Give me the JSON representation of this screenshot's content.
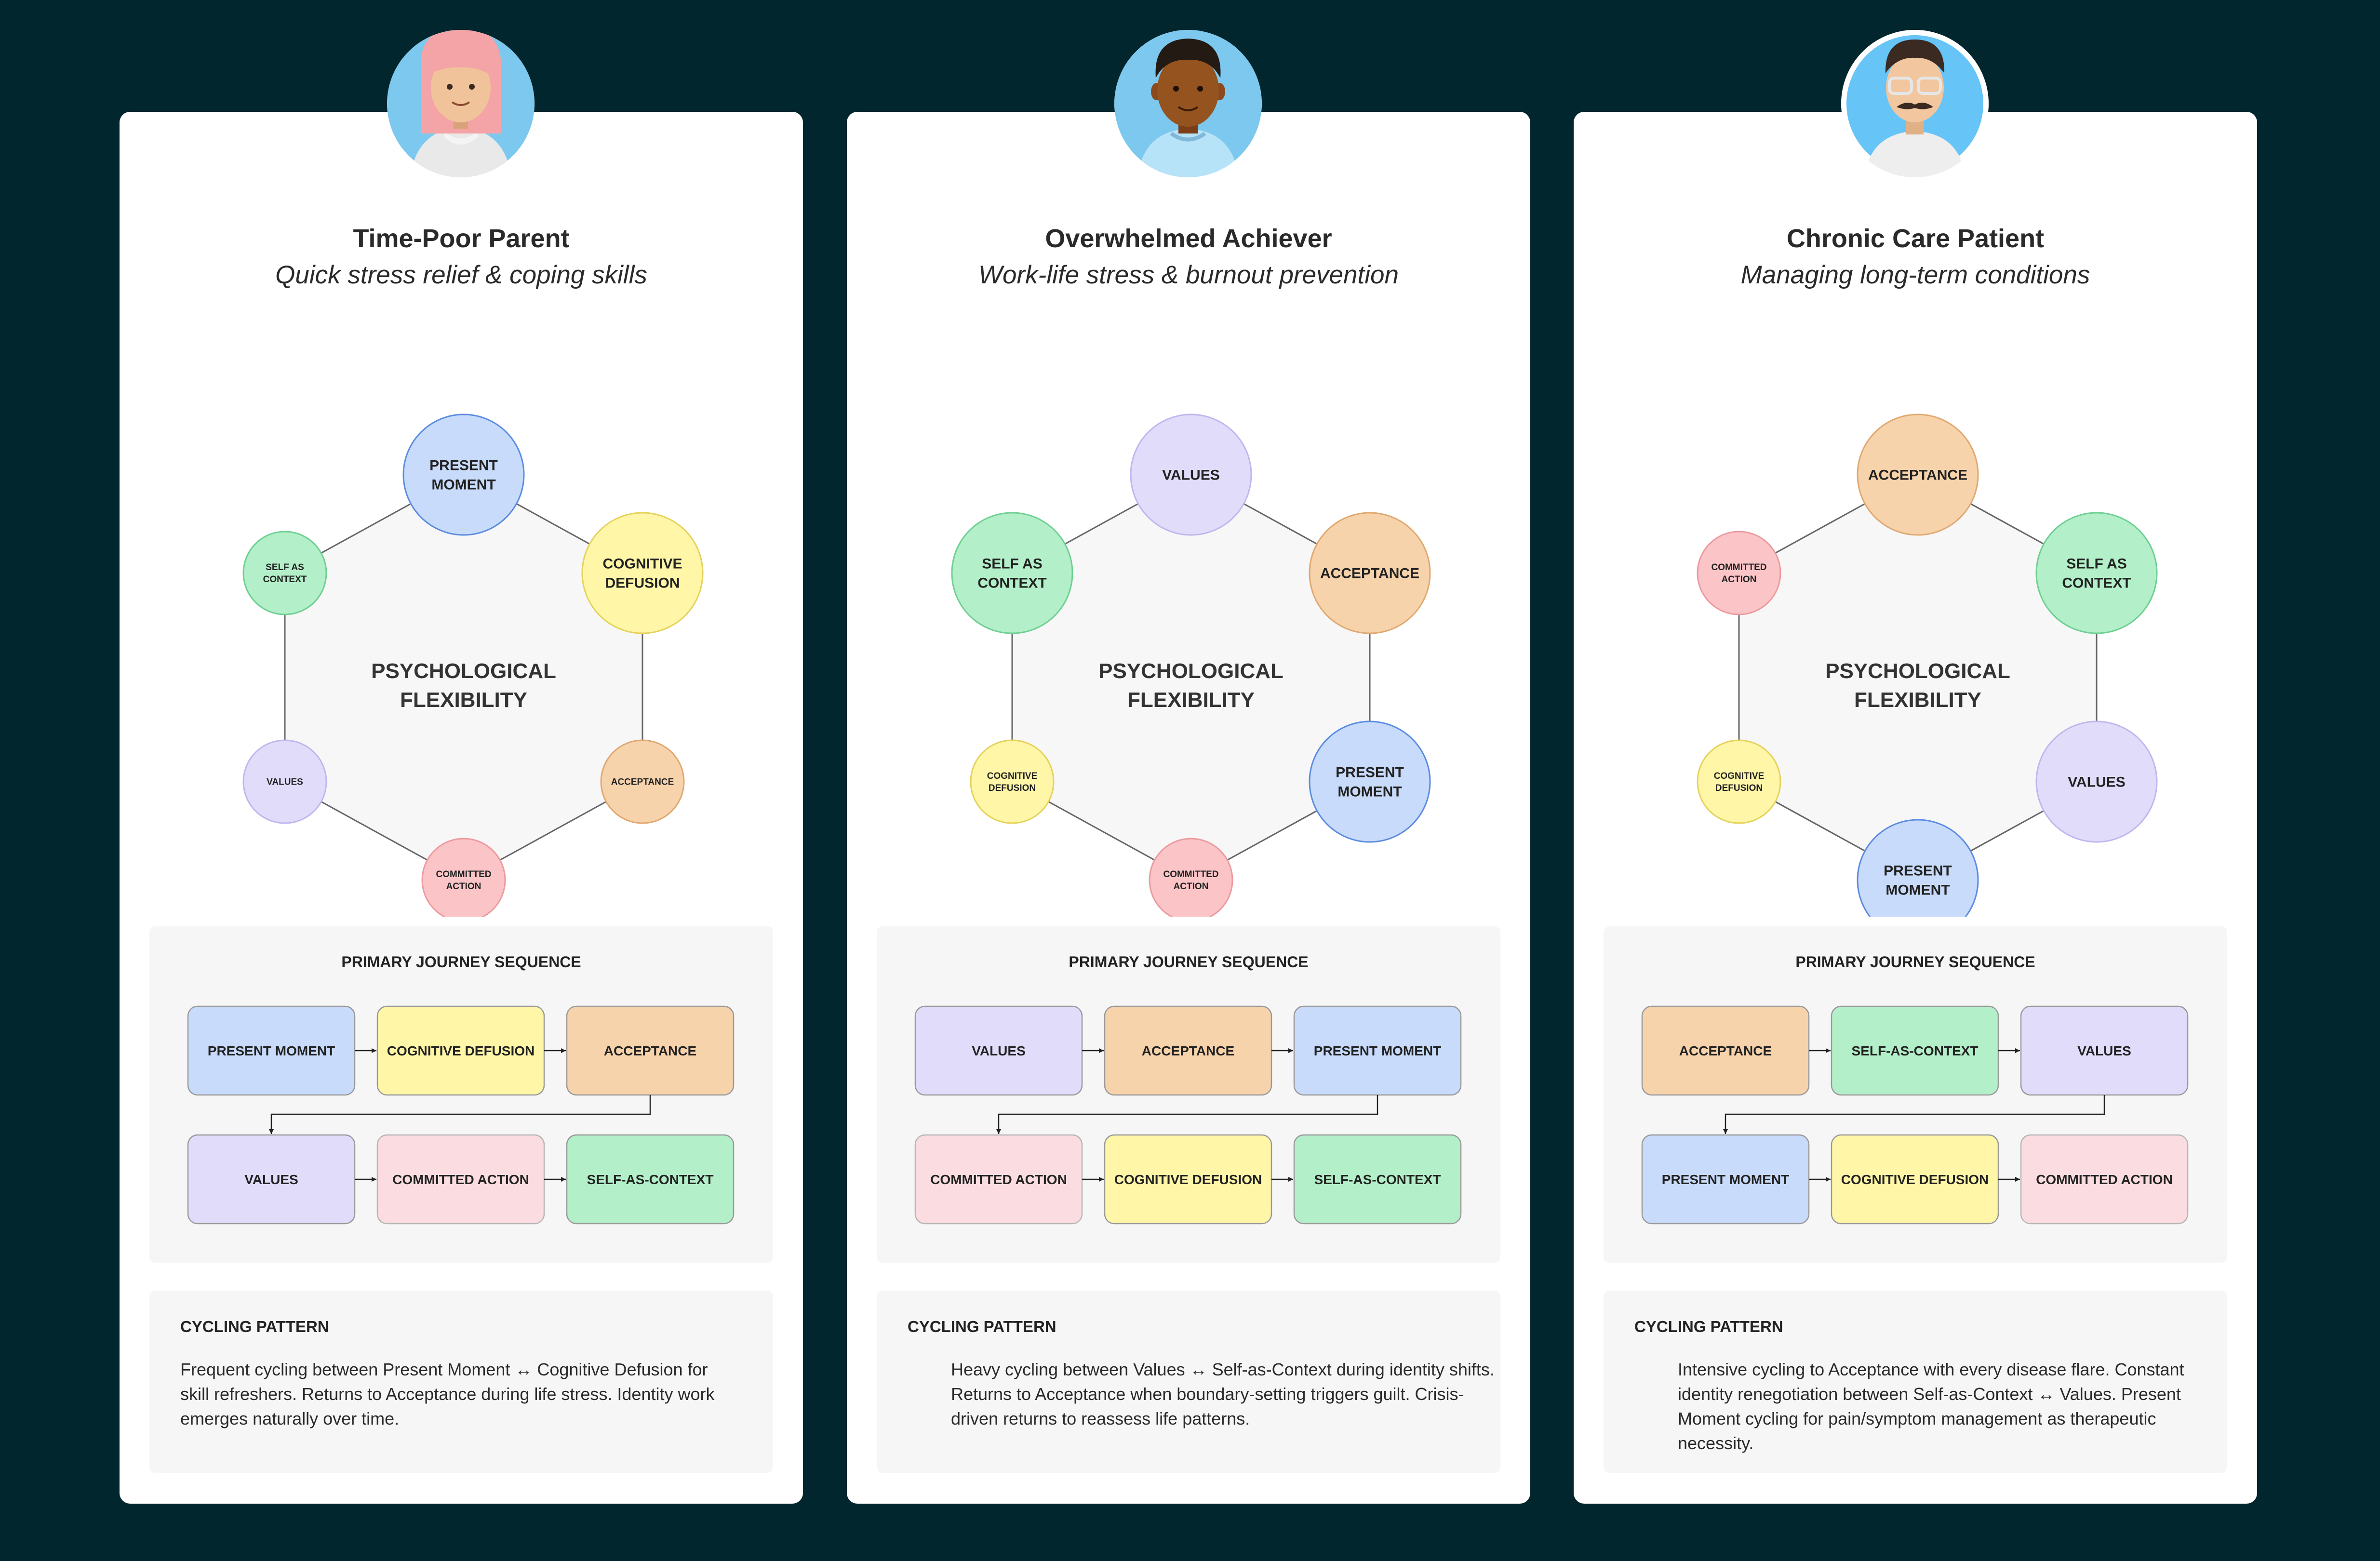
{
  "center_label": [
    "PSYCHOLOGICAL",
    "FLEXIBILITY"
  ],
  "seq_title": "PRIMARY JOURNEY SEQUENCE",
  "cycling_title": "CYCLING PATTERN",
  "colors": {
    "background": "#02262e",
    "present": {
      "fill": "#c8dbfb",
      "stroke": "#5b8ce0"
    },
    "defusion": {
      "fill": "#fff6a8",
      "stroke": "#e5d25b"
    },
    "acceptance": {
      "fill": "#f7d3ac",
      "stroke": "#e0a870"
    },
    "values": {
      "fill": "#e2dcfb",
      "stroke": "#c1b6ee"
    },
    "committed": {
      "fill": "#fbc5c8",
      "stroke": "#ec9a9e"
    },
    "selfctx": {
      "fill": "#b3efc8",
      "stroke": "#6fcf93"
    },
    "committed_box": {
      "fill": "#fbdde1",
      "stroke": "#b6b6b6"
    }
  },
  "personas": [
    {
      "name": "Time-Poor Parent",
      "subtitle": "Quick stress relief & coping skills",
      "avatar": "woman-pink-hair-avatar",
      "nodes": [
        {
          "label": [
            "PRESENT",
            "MOMENT"
          ],
          "kind": "present",
          "size": "large"
        },
        {
          "label": [
            "COGNITIVE",
            "DEFUSION"
          ],
          "kind": "defusion",
          "size": "large"
        },
        {
          "label": [
            "ACCEPTANCE"
          ],
          "kind": "acceptance",
          "size": "small"
        },
        {
          "label": [
            "COMMITTED",
            "ACTION"
          ],
          "kind": "committed",
          "size": "small"
        },
        {
          "label": [
            "VALUES"
          ],
          "kind": "values",
          "size": "small"
        },
        {
          "label": [
            "SELF AS",
            "CONTEXT"
          ],
          "kind": "selfctx",
          "size": "small"
        }
      ],
      "sequence": [
        {
          "label": "PRESENT MOMENT",
          "kind": "present"
        },
        {
          "label": "COGNITIVE DEFUSION",
          "kind": "defusion"
        },
        {
          "label": "ACCEPTANCE",
          "kind": "acceptance"
        },
        {
          "label": "VALUES",
          "kind": "values"
        },
        {
          "label": "COMMITTED ACTION",
          "kind": "committed_box"
        },
        {
          "label": "SELF-AS-CONTEXT",
          "kind": "selfctx"
        }
      ],
      "cycling_lines": [
        "Frequent cycling between Present Moment ↔ Cognitive Defusion for",
        "skill refreshers. Returns to Acceptance during life stress. Identity work",
        "emerges naturally over time."
      ],
      "cycling_indent": false
    },
    {
      "name": "Overwhelmed Achiever",
      "subtitle": "Work-life stress & burnout prevention",
      "avatar": "man-dark-skin-avatar",
      "nodes": [
        {
          "label": [
            "VALUES"
          ],
          "kind": "values",
          "size": "large"
        },
        {
          "label": [
            "ACCEPTANCE"
          ],
          "kind": "acceptance",
          "size": "large"
        },
        {
          "label": [
            "PRESENT",
            "MOMENT"
          ],
          "kind": "present",
          "size": "large"
        },
        {
          "label": [
            "COMMITTED",
            "ACTION"
          ],
          "kind": "committed",
          "size": "small"
        },
        {
          "label": [
            "COGNITIVE",
            "DEFUSION"
          ],
          "kind": "defusion",
          "size": "small"
        },
        {
          "label": [
            "SELF AS",
            "CONTEXT"
          ],
          "kind": "selfctx",
          "size": "large"
        }
      ],
      "sequence": [
        {
          "label": "VALUES",
          "kind": "values"
        },
        {
          "label": "ACCEPTANCE",
          "kind": "acceptance"
        },
        {
          "label": "PRESENT MOMENT",
          "kind": "present"
        },
        {
          "label": "COMMITTED ACTION",
          "kind": "committed_box"
        },
        {
          "label": "COGNITIVE DEFUSION",
          "kind": "defusion"
        },
        {
          "label": "SELF-AS-CONTEXT",
          "kind": "selfctx"
        }
      ],
      "cycling_lines": [
        "Heavy cycling between Values ↔ Self-as-Context during identity shifts.",
        "Returns to Acceptance when boundary-setting triggers guilt. Crisis-",
        "driven returns to reassess life patterns."
      ],
      "cycling_indent": true
    },
    {
      "name": "Chronic Care Patient",
      "subtitle": "Managing long-term conditions",
      "avatar": "man-glasses-mustache-avatar",
      "nodes": [
        {
          "label": [
            "ACCEPTANCE"
          ],
          "kind": "acceptance",
          "size": "large"
        },
        {
          "label": [
            "SELF AS",
            "CONTEXT"
          ],
          "kind": "selfctx",
          "size": "large"
        },
        {
          "label": [
            "VALUES"
          ],
          "kind": "values",
          "size": "large"
        },
        {
          "label": [
            "PRESENT",
            "MOMENT"
          ],
          "kind": "present",
          "size": "large"
        },
        {
          "label": [
            "COGNITIVE",
            "DEFUSION"
          ],
          "kind": "defusion",
          "size": "small"
        },
        {
          "label": [
            "COMMITTED",
            "ACTION"
          ],
          "kind": "committed",
          "size": "small"
        }
      ],
      "sequence": [
        {
          "label": "ACCEPTANCE",
          "kind": "acceptance"
        },
        {
          "label": "SELF-AS-CONTEXT",
          "kind": "selfctx"
        },
        {
          "label": "VALUES",
          "kind": "values"
        },
        {
          "label": "PRESENT MOMENT",
          "kind": "present"
        },
        {
          "label": "COGNITIVE DEFUSION",
          "kind": "defusion"
        },
        {
          "label": "COMMITTED ACTION",
          "kind": "committed_box"
        }
      ],
      "cycling_lines": [
        "Intensive cycling to Acceptance with every disease flare. Constant",
        "identity renegotiation between Self-as-Context ↔ Values. Present",
        "Moment cycling for pain/symptom management as therapeutic",
        "necessity."
      ],
      "cycling_indent": true
    }
  ]
}
